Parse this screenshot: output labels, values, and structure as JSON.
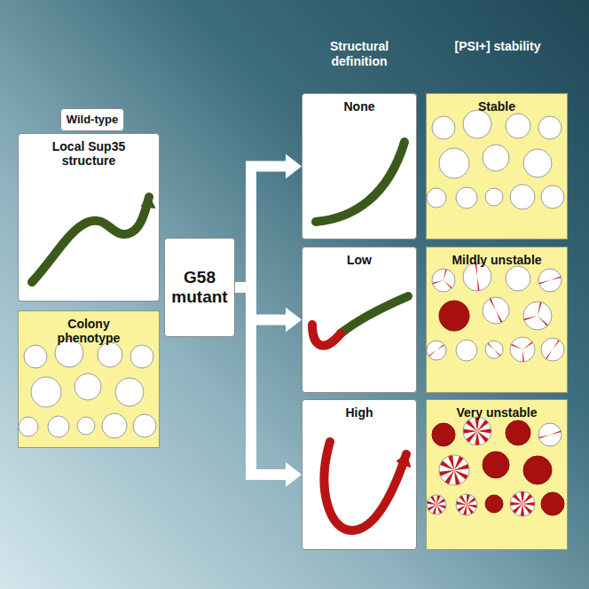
{
  "diagram": {
    "nodes": [
      {
        "text": [
          "Wild-type"
        ]
      },
      {
        "text": [
          "Local Sup35 structure"
        ]
      },
      {
        "text": [
          "Colony phenotype"
        ]
      },
      {
        "text": [
          "G58 mutant"
        ]
      },
      {
        "text": [
          "None"
        ]
      },
      {
        "text": [
          "Stable"
        ]
      },
      {
        "text": [
          "Low"
        ]
      },
      {
        "text": [
          "Mildly unstable"
        ]
      },
      {
        "text": [
          "High"
        ]
      },
      {
        "text": [
          "Very unstable"
        ]
      }
    ],
    "edges": [
      {
        "from": 3,
        "to": 4,
        "arrow": "to"
      },
      {
        "from": 3,
        "to": 6,
        "arrow": "to"
      },
      {
        "from": 3,
        "to": 8,
        "arrow": "to"
      }
    ],
    "labels": [
      "Structural definition",
      "[PSI+] stability"
    ]
  }
}
